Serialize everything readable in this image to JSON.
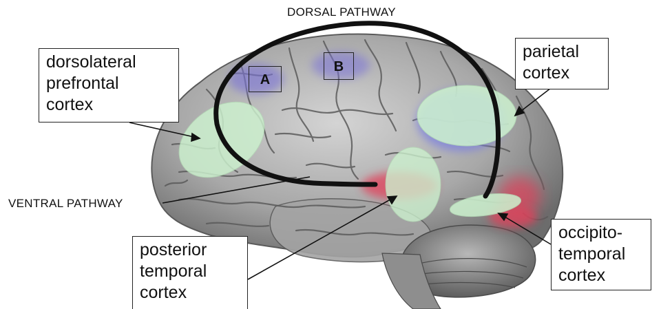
{
  "labels": {
    "dorsal_pathway": "DORSAL PATHWAY",
    "ventral_pathway": "VENTRAL PATHWAY",
    "region_a": "A",
    "region_b": "B"
  },
  "boxes": {
    "dlpfc": [
      "dorsolateral",
      "prefrontal",
      "cortex"
    ],
    "parietal": [
      "parietal",
      "cortex"
    ],
    "posterior_temporal": [
      "posterior",
      "temporal",
      "cortex"
    ],
    "occipitotemporal": [
      "occipito-",
      "temporal",
      "cortex"
    ]
  },
  "colors": {
    "region_highlight": "#c8f0cc",
    "activation_red": "#e0445a",
    "activation_blue": "#8a8ee0",
    "pathway_stroke": "#111111",
    "brain_gray": "#9a9a9a"
  }
}
